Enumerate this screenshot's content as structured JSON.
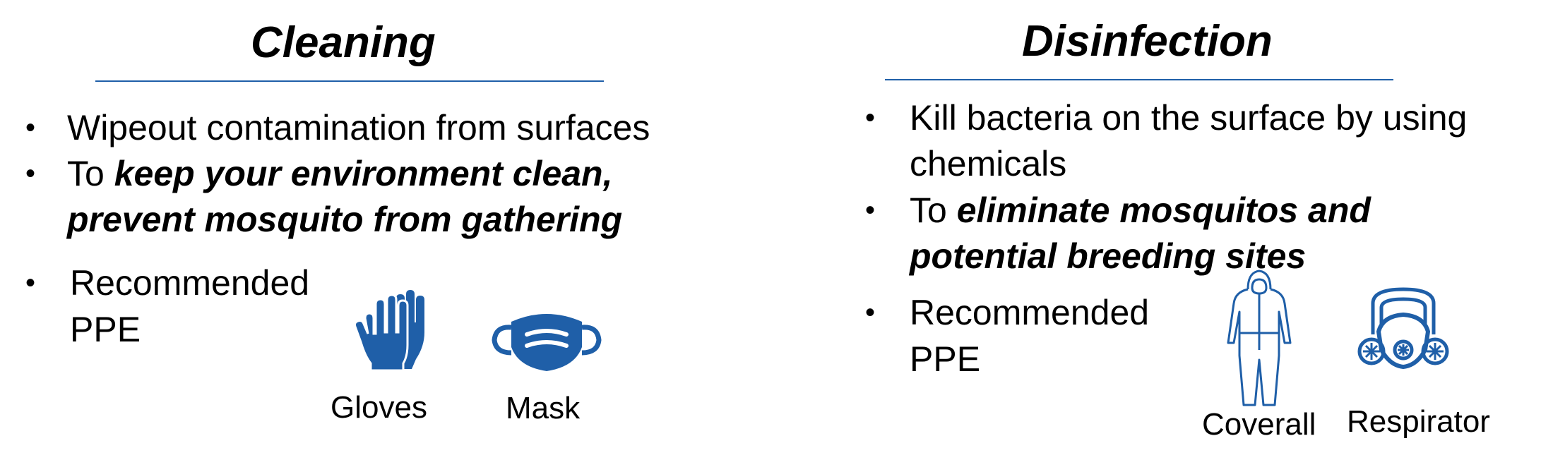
{
  "cleaning": {
    "title": "Cleaning",
    "bullet1": "Wipeout contamination from surfaces",
    "bullet2_lead": "To ",
    "bullet2_emph_line1": "keep your environment clean,",
    "bullet2_emph_line2": "prevent mosquito from gathering",
    "ppe_line1": "Recommended",
    "ppe_line2": "PPE",
    "ppe_items": [
      {
        "label": "Gloves",
        "icon": "gloves-icon"
      },
      {
        "label": "Mask",
        "icon": "mask-icon"
      }
    ]
  },
  "disinfection": {
    "title": "Disinfection",
    "bullet1_line1": "Kill bacteria on the surface by using",
    "bullet1_line2": "chemicals",
    "bullet2_lead": "To ",
    "bullet2_emph_line1": "eliminate mosquitos and",
    "bullet2_emph_line2": "potential breeding sites",
    "ppe_line1": "Recommended",
    "ppe_line2": "PPE",
    "ppe_items": [
      {
        "label": "Coverall",
        "icon": "coverall-icon"
      },
      {
        "label": "Respirator",
        "icon": "respirator-icon"
      }
    ]
  },
  "colors": {
    "accent": "#1f5fa8",
    "text": "#000000"
  }
}
